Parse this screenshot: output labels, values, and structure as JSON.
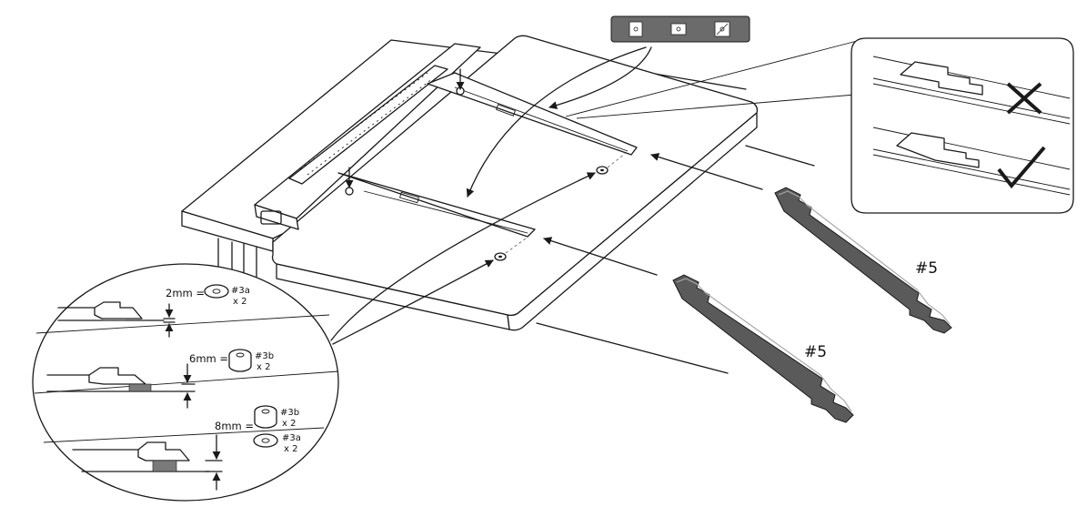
{
  "callouts": {
    "spacer_2mm": {
      "dimension": "2mm =",
      "part": "#3a",
      "qty": "x 2"
    },
    "spacer_6mm": {
      "dimension": "6mm =",
      "part": "#3b",
      "qty": "x 2"
    },
    "spacer_8mm": {
      "dimension": "8mm =",
      "part_top": "#3b",
      "qty_top": "x 2",
      "part_bottom": "#3a",
      "qty_bottom": "x 2"
    }
  },
  "parts": {
    "rail_upper_label": "#5",
    "rail_lower_label": "#5"
  },
  "icons": {
    "level_tool": "spirit-level-icon",
    "incorrect_mark": "x-mark-icon",
    "correct_mark": "checkmark-icon"
  }
}
